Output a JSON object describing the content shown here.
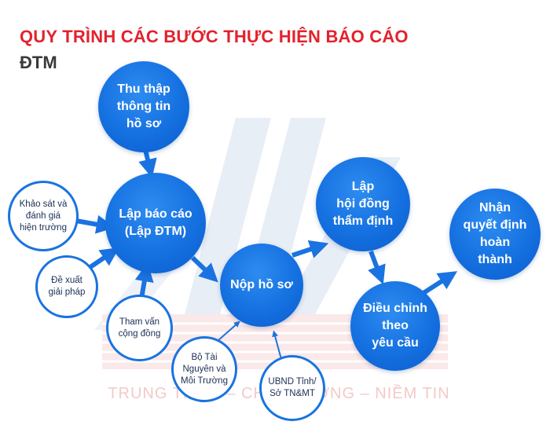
{
  "header": {
    "title": "QUY TRÌNH CÁC BƯỚC THỰC HIỆN BÁO CÁO",
    "subtitle": "ĐTM"
  },
  "watermark": {
    "slogan": "TRUNG THỰC – CHẤT LƯỢNG – NIỀM TIN"
  },
  "colors": {
    "title_red": "#e3222d",
    "node_blue": "#1570e0",
    "arrow_blue": "#1a73e0",
    "watermark_pink": "#f4c9c9"
  },
  "steps": {
    "thu_thap": "Thu thập\nthông tin\nhồ sơ",
    "lap_bao_cao": "Lập báo cáo\n(Lập ĐTM)",
    "nop_ho_so": "Nộp hồ sơ",
    "lap_hoi_dong": "Lập\nhội đồng\nthẩm định",
    "dieu_chinh": "Điều chỉnh\ntheo\nyêu cầu",
    "nhan_quyet_dinh": "Nhận\nquyết định\nhoàn\nthành"
  },
  "inputs": {
    "khao_sat": "Khảo sát và\nđánh giá\nhiện trường",
    "de_xuat": "Đề xuất\ngiải pháp",
    "tham_van": "Tham vấn\ncộng đồng",
    "bo_tai_nguyen": "Bộ Tài\nNguyên và\nMôi Trường",
    "ubnd": "UBND Tỉnh/\nSở TN&MT"
  }
}
